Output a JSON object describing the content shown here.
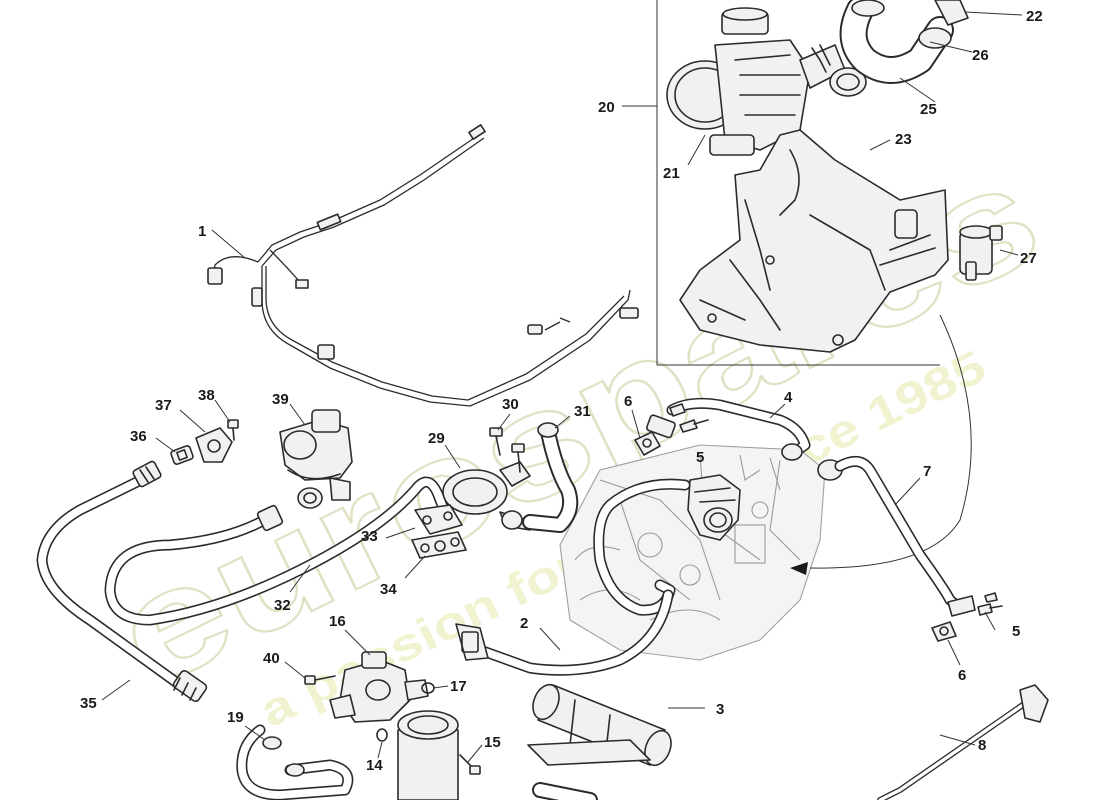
{
  "diagram": {
    "background": "#ffffff",
    "line_color": "#2b2b2b",
    "watermark": {
      "brand": "eurospares",
      "tagline": "a passion for parts since 1985",
      "color": "#e4e6b4"
    },
    "callouts": [
      {
        "id": "1",
        "label": "1"
      },
      {
        "id": "2",
        "label": "2"
      },
      {
        "id": "3",
        "label": "3"
      },
      {
        "id": "4",
        "label": "4"
      },
      {
        "id": "5a",
        "label": "5"
      },
      {
        "id": "5b",
        "label": "5"
      },
      {
        "id": "6a",
        "label": "6"
      },
      {
        "id": "6b",
        "label": "6"
      },
      {
        "id": "7",
        "label": "7"
      },
      {
        "id": "8",
        "label": "8"
      },
      {
        "id": "14",
        "label": "14"
      },
      {
        "id": "15",
        "label": "15"
      },
      {
        "id": "16",
        "label": "16"
      },
      {
        "id": "17",
        "label": "17"
      },
      {
        "id": "19",
        "label": "19"
      },
      {
        "id": "20",
        "label": "20"
      },
      {
        "id": "21",
        "label": "21"
      },
      {
        "id": "22",
        "label": "22"
      },
      {
        "id": "23",
        "label": "23"
      },
      {
        "id": "25",
        "label": "25"
      },
      {
        "id": "26",
        "label": "26"
      },
      {
        "id": "27",
        "label": "27"
      },
      {
        "id": "29",
        "label": "29"
      },
      {
        "id": "30",
        "label": "30"
      },
      {
        "id": "31",
        "label": "31"
      },
      {
        "id": "32",
        "label": "32"
      },
      {
        "id": "33",
        "label": "33"
      },
      {
        "id": "34",
        "label": "34"
      },
      {
        "id": "35",
        "label": "35"
      },
      {
        "id": "36",
        "label": "36"
      },
      {
        "id": "37",
        "label": "37"
      },
      {
        "id": "38",
        "label": "38"
      },
      {
        "id": "39",
        "label": "39"
      },
      {
        "id": "40",
        "label": "40"
      }
    ]
  }
}
